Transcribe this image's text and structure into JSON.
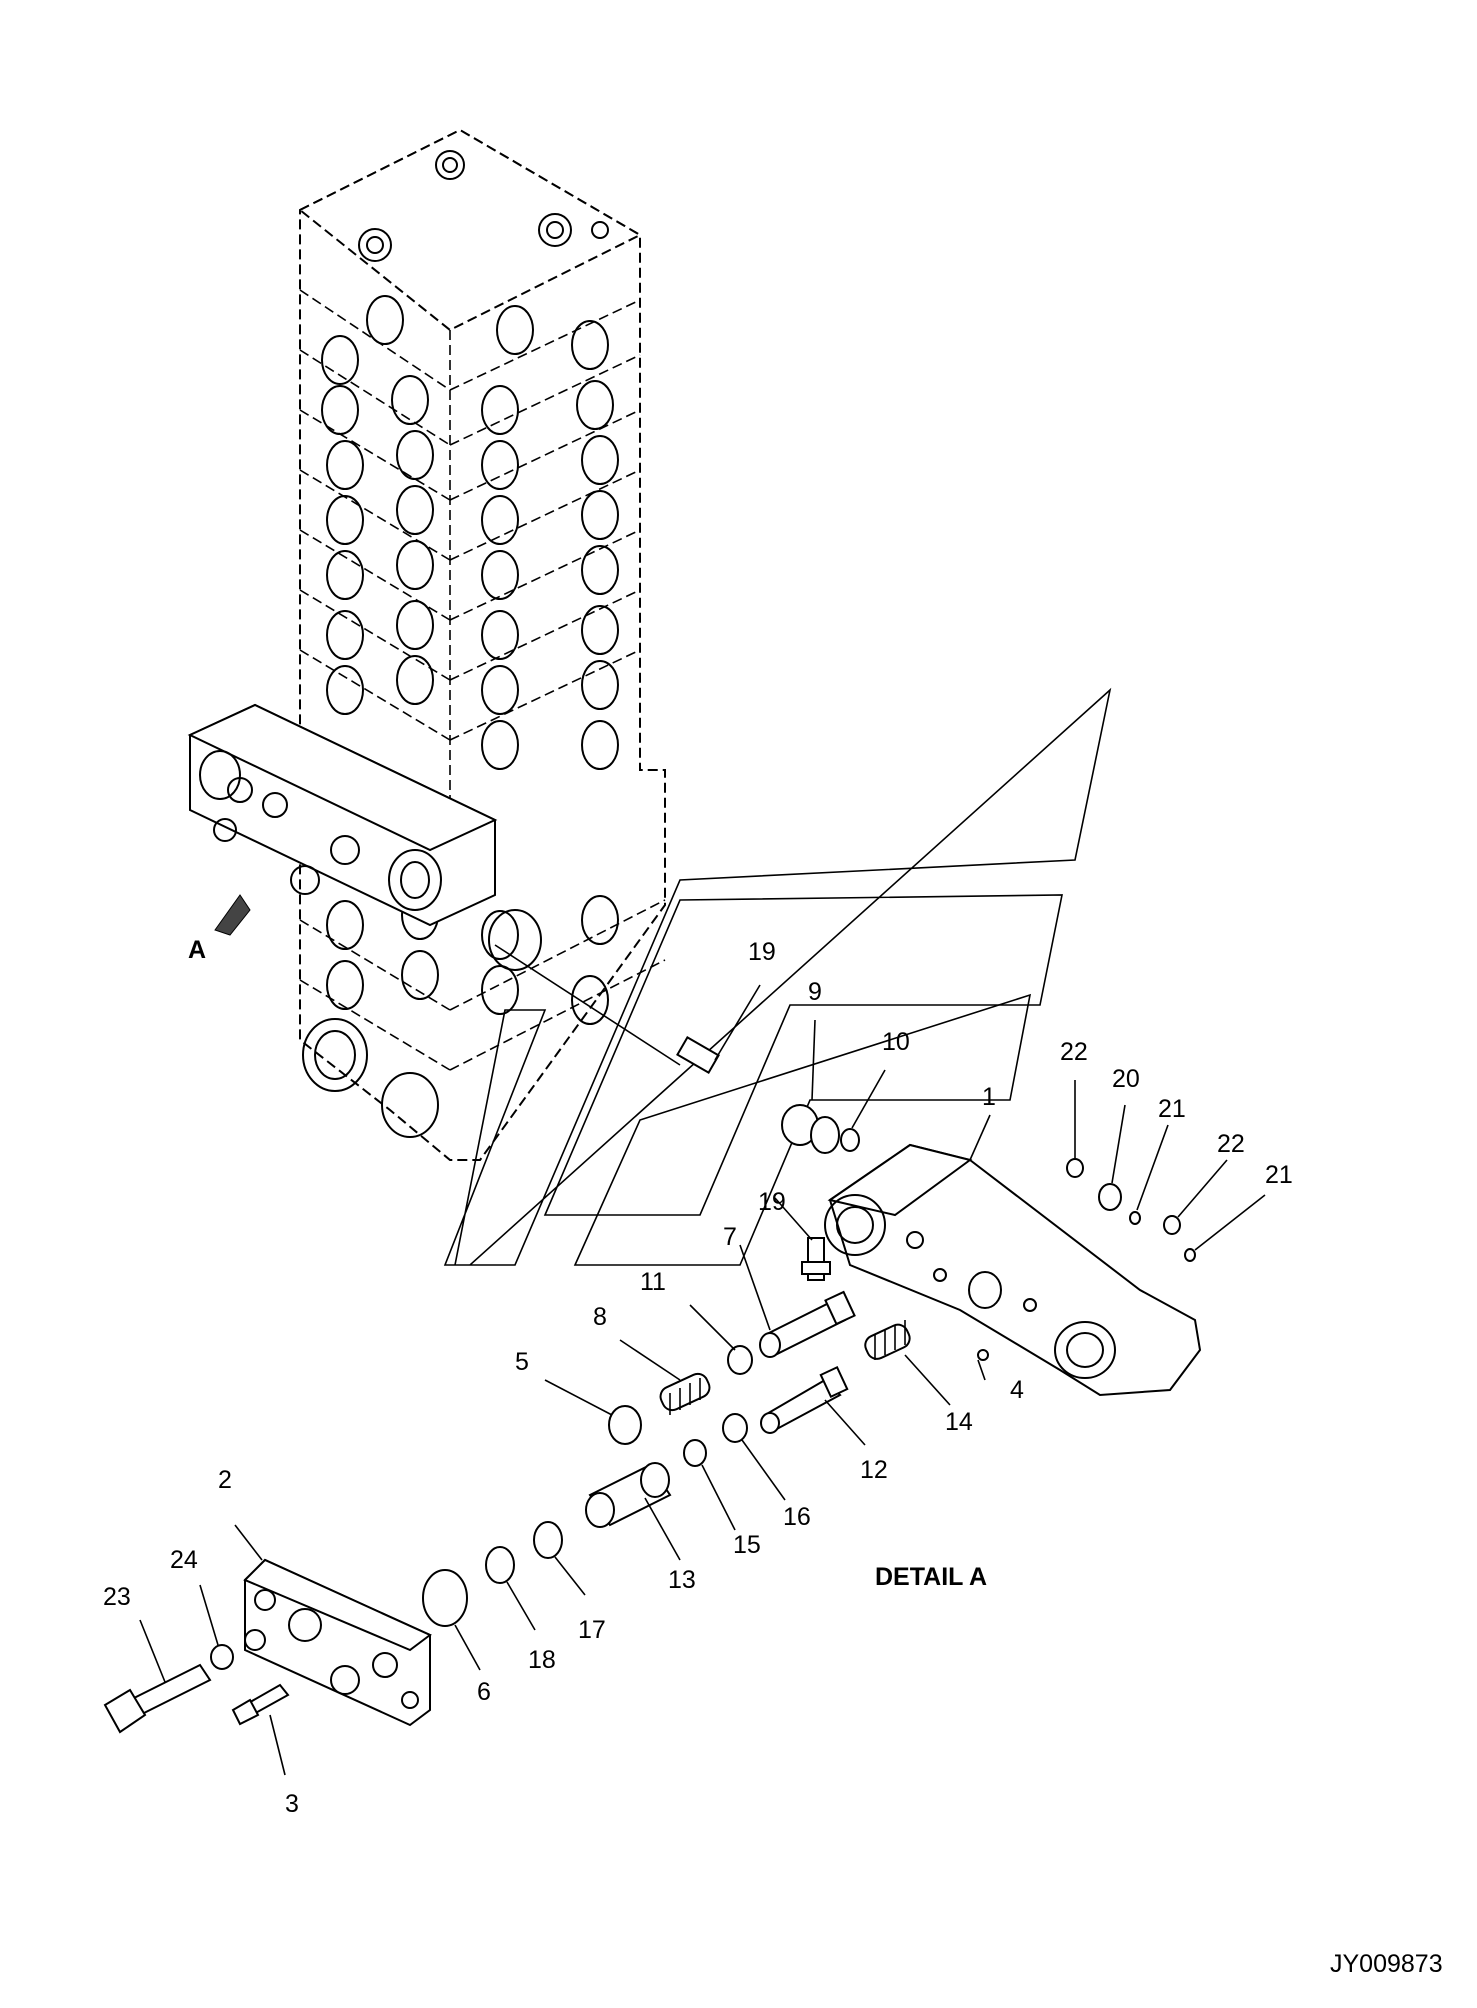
{
  "labels": {
    "p1": "1",
    "p2": "2",
    "p3": "3",
    "p4": "4",
    "p5": "5",
    "p6": "6",
    "p7": "7",
    "p8": "8",
    "p9": "9",
    "p10": "10",
    "p11": "11",
    "p12": "12",
    "p13": "13",
    "p14": "14",
    "p15": "15",
    "p16": "16",
    "p17": "17",
    "p18": "18",
    "p19a": "19",
    "p19b": "19",
    "p20": "20",
    "p21a": "21",
    "p21b": "21",
    "p22a": "22",
    "p22b": "22",
    "p23": "23",
    "p24": "24"
  },
  "view_marker": "A",
  "detail_title": "DETAIL A",
  "drawing_number": "JY009873"
}
